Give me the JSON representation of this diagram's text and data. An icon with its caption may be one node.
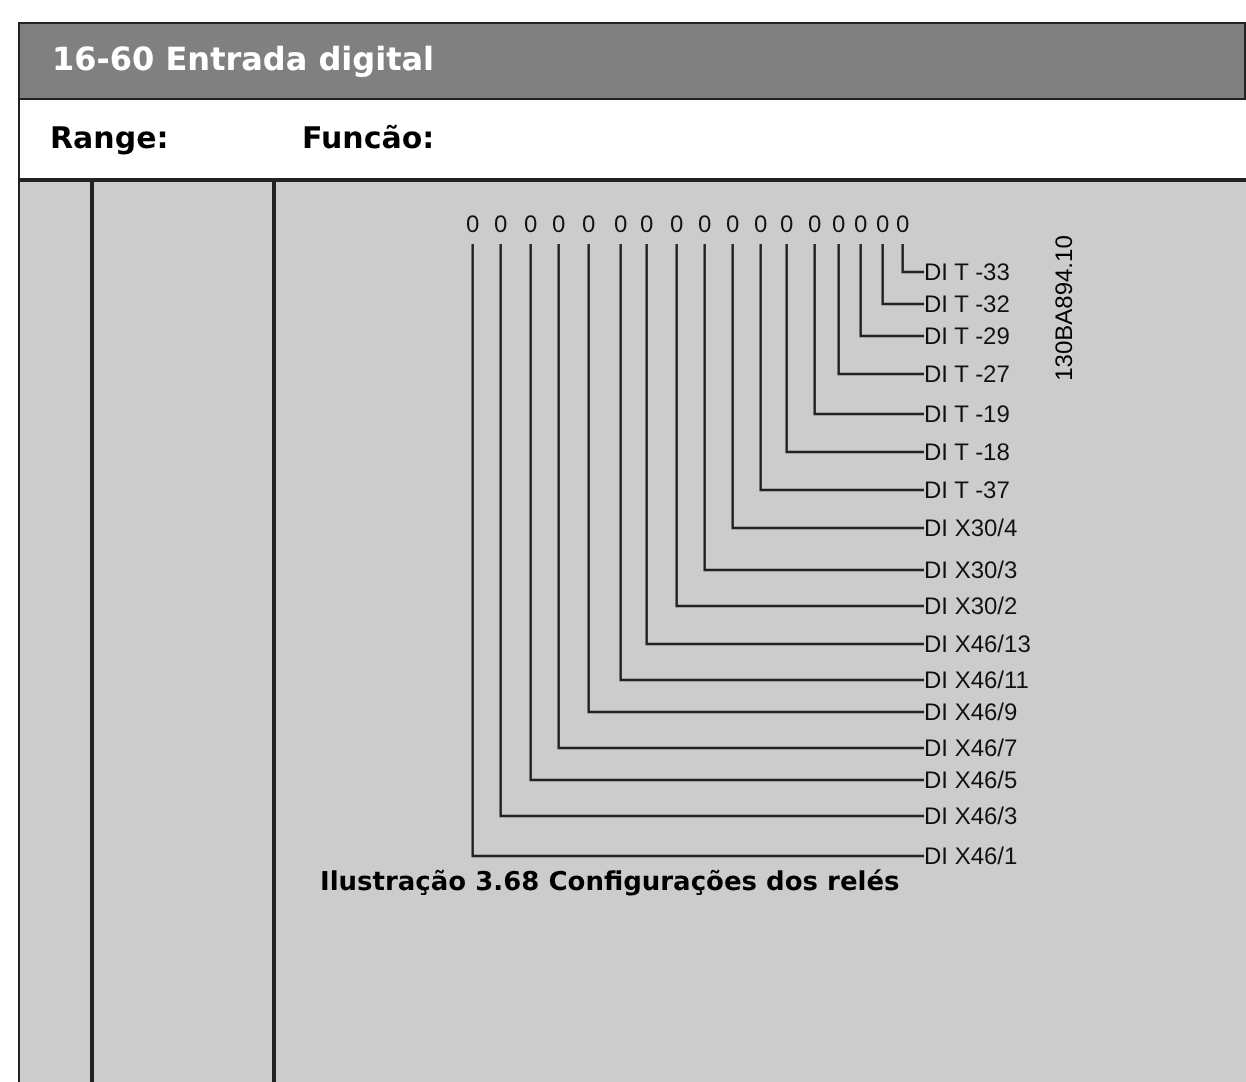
{
  "diagram": {
    "title": "16-60 Entrada digital",
    "caption": "Ilustração 3.68 Configurações dos relés",
    "nodes": [
      {
        "text": [
          "0"
        ]
      },
      {
        "text": [
          "0"
        ]
      },
      {
        "text": [
          "0"
        ]
      },
      {
        "text": [
          "0"
        ]
      },
      {
        "text": [
          "0"
        ]
      },
      {
        "text": [
          "0"
        ]
      },
      {
        "text": [
          "0"
        ]
      },
      {
        "text": [
          "0"
        ]
      },
      {
        "text": [
          "0"
        ]
      },
      {
        "text": [
          "0"
        ]
      },
      {
        "text": [
          "0"
        ]
      },
      {
        "text": [
          "0"
        ]
      },
      {
        "text": [
          "0"
        ]
      },
      {
        "text": [
          "0"
        ]
      },
      {
        "text": [
          "0"
        ]
      },
      {
        "text": [
          "0"
        ]
      },
      {
        "text": [
          "0"
        ]
      },
      {
        "text": [
          "DI T -33"
        ]
      },
      {
        "text": [
          "DI T -32"
        ]
      },
      {
        "text": [
          "DI T -29"
        ]
      },
      {
        "text": [
          "DI T -27"
        ]
      },
      {
        "text": [
          "DI T -19"
        ]
      },
      {
        "text": [
          "DI T -18"
        ]
      },
      {
        "text": [
          "DI T -37"
        ]
      },
      {
        "text": [
          "DI X30/4"
        ]
      },
      {
        "text": [
          "DI X30/3"
        ]
      },
      {
        "text": [
          "DI X30/2"
        ]
      },
      {
        "text": [
          "DI X46/13"
        ]
      },
      {
        "text": [
          "DI X46/11"
        ]
      },
      {
        "text": [
          "DI X46/9"
        ]
      },
      {
        "text": [
          "DI X46/7"
        ]
      },
      {
        "text": [
          "DI X46/5"
        ]
      },
      {
        "text": [
          "DI X46/3"
        ]
      },
      {
        "text": [
          "DI X46/1"
        ]
      }
    ],
    "edges": [
      {
        "from": 0,
        "to": 33,
        "arrow": "none"
      },
      {
        "from": 1,
        "to": 32,
        "arrow": "none"
      },
      {
        "from": 2,
        "to": 31,
        "arrow": "none"
      },
      {
        "from": 3,
        "to": 30,
        "arrow": "none"
      },
      {
        "from": 4,
        "to": 29,
        "arrow": "none"
      },
      {
        "from": 5,
        "to": 28,
        "arrow": "none"
      },
      {
        "from": 6,
        "to": 27,
        "arrow": "none"
      },
      {
        "from": 7,
        "to": 26,
        "arrow": "none"
      },
      {
        "from": 8,
        "to": 25,
        "arrow": "none"
      },
      {
        "from": 9,
        "to": 24,
        "arrow": "none"
      },
      {
        "from": 10,
        "to": 23,
        "arrow": "none"
      },
      {
        "from": 11,
        "to": 22,
        "arrow": "none"
      },
      {
        "from": 12,
        "to": 21,
        "arrow": "none"
      },
      {
        "from": 13,
        "to": 20,
        "arrow": "none"
      },
      {
        "from": 14,
        "to": 19,
        "arrow": "none"
      },
      {
        "from": 15,
        "to": 18,
        "arrow": "none"
      },
      {
        "from": 16,
        "to": 17,
        "arrow": "none"
      }
    ],
    "labels": [
      "Range:",
      "Funcão:",
      "130BA894.10"
    ]
  }
}
